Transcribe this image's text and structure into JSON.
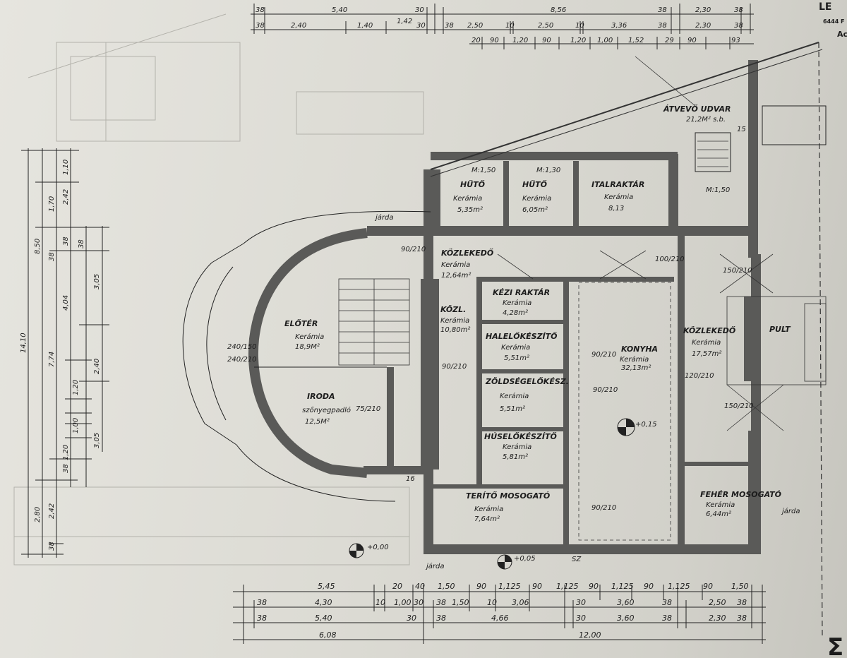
{
  "header": {
    "corner_text": [
      "LE",
      "6444 F",
      "Ac"
    ]
  },
  "top_dims": {
    "row1": [
      "38",
      "5,40",
      "30",
      "8,56",
      "38",
      "2,30",
      "38"
    ],
    "row2": [
      "38",
      "2,40",
      "1,40",
      "1,42",
      "30",
      "38",
      "2,50",
      "10",
      "2,50",
      "10",
      "3,36",
      "38",
      "2,30",
      "38"
    ],
    "row3": [
      "20",
      "90",
      "1,20",
      "90",
      "1,20",
      "1,00",
      "1,52",
      "29",
      "90",
      "93"
    ]
  },
  "left_dims": {
    "col1": [
      "14,10"
    ],
    "col2": [
      "8,50",
      "2,80"
    ],
    "col3": [
      "1,70",
      "38",
      "7,74",
      "2,42",
      "38"
    ],
    "col4": [
      "1,10",
      "2,42",
      "38",
      "4,04",
      "1,20",
      "1,00",
      "1,20",
      "38"
    ],
    "col5": [
      "38",
      "3,05",
      "2,40",
      "3,05"
    ]
  },
  "rooms": [
    {
      "name": "ÁTVEVŐ UDVAR",
      "area": "21,2M² s.b."
    },
    {
      "name": "HŰTŐ",
      "floor": "Kerámia",
      "area": "5,35m²"
    },
    {
      "name": "HŰTŐ",
      "floor": "Kerámia",
      "area": "6,05m²"
    },
    {
      "name": "ITALRAKTÁR",
      "floor": "Kerámia",
      "area": "8,13"
    },
    {
      "name": "KÖZLEKEDŐ",
      "floor": "Kerámia",
      "area": "12,64m²"
    },
    {
      "name": "ELŐTÉR",
      "floor": "Kerámia",
      "area": "18,9M²"
    },
    {
      "name": "IRODA",
      "floor": "szőnyegpadló",
      "area": "12,5M²"
    },
    {
      "name": "KÖZL.",
      "floor": "Kerámia",
      "area": "10,80m²"
    },
    {
      "name": "KÉZI RAKTÁR",
      "floor": "Kerámia",
      "area": "4,28m²"
    },
    {
      "name": "HALELŐKÉSZÍTŐ",
      "floor": "Kerámia",
      "area": "5,51m²"
    },
    {
      "name": "ZÖLDSÉGELŐKÉSZ.",
      "floor": "Kerámia",
      "area": "5,51m²"
    },
    {
      "name": "HÚSELŐKÉSZÍTŐ",
      "floor": "Kerámia",
      "area": "5,81m²"
    },
    {
      "name": "TERÍTŐ MOSOGATÓ",
      "floor": "Kerámia",
      "area": "7,64m²"
    },
    {
      "name": "KONYHA",
      "floor": "Kerámia",
      "area": "32,13m²"
    },
    {
      "name": "KÖZLEKEDŐ",
      "floor": "Kerámia",
      "area": "17,57m²"
    },
    {
      "name": "FEHÉR MOSOGATÓ",
      "floor": "Kerámia",
      "area": "6,44m²"
    }
  ],
  "labels": {
    "pult": "PULT",
    "jarda": "járda",
    "levels": [
      "+0,00",
      "+0,05",
      "+0,15"
    ],
    "sz": "SZ",
    "door_tags": [
      "240/150",
      "90/210",
      "100/210",
      "150/210",
      "75/210",
      "120/210",
      "240/210",
      "150/210",
      "90/210",
      "90/210",
      "90/210",
      "90/210"
    ],
    "parapet": [
      "M:1,50",
      "M:1,30",
      "M:1,50"
    ],
    "section_marks": [
      "15",
      "16"
    ],
    "sum_symbol": "Σ"
  },
  "bottom_dims": {
    "row1": [
      "5,45",
      "20",
      "40",
      "1,50",
      "90",
      "1,125",
      "90",
      "1,125",
      "90",
      "1,125",
      "90",
      "1,125",
      "90",
      "1,50"
    ],
    "row2": [
      "38",
      "4,30",
      "10",
      "1,00",
      "30",
      "38",
      "1,50",
      "10",
      "3,06",
      "30",
      "3,60",
      "38",
      "2,50",
      "38"
    ],
    "row3": [
      "38",
      "5,40",
      "30",
      "38",
      "4,66",
      "30",
      "3,60",
      "38",
      "2,30",
      "38"
    ],
    "row4": [
      "6,08",
      "12,00"
    ]
  },
  "colors": {
    "paper": "#dcdbd4",
    "ink": "#1c1c1c",
    "wall_fill": "#5a5a58"
  }
}
